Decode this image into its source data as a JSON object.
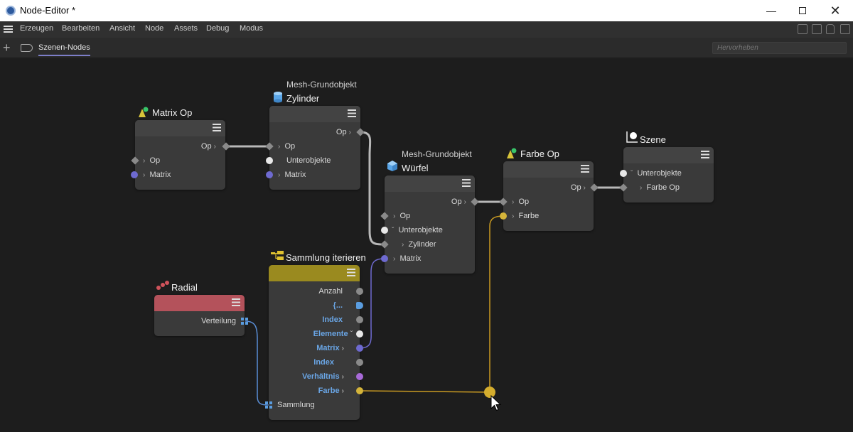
{
  "window": {
    "title": "Node-Editor *"
  },
  "menu": [
    "Erzeugen",
    "Bearbeiten",
    "Ansicht",
    "Node",
    "Assets",
    "Debug",
    "Modus"
  ],
  "tabs": {
    "active": "Szenen-Nodes"
  },
  "search": {
    "placeholder": "Hervorheben"
  },
  "nodes": {
    "matrix_op": {
      "title": "Matrix Op",
      "out": "Op",
      "in1": "Op",
      "in2": "Matrix"
    },
    "zylinder": {
      "subtitle": "Mesh-Grundobjekt",
      "title": "Zylinder",
      "out": "Op",
      "in1": "Op",
      "in2": "Unterobjekte",
      "in3": "Matrix"
    },
    "wuerfel": {
      "subtitle": "Mesh-Grundobjekt",
      "title": "Würfel",
      "out": "Op",
      "in1": "Op",
      "in2": "Unterobjekte",
      "in3": "Zylinder",
      "in4": "Matrix"
    },
    "farbe_op": {
      "title": "Farbe Op",
      "out": "Op",
      "in1": "Op",
      "in2": "Farbe"
    },
    "szene": {
      "title": "Szene",
      "in1": "Unterobjekte",
      "in2": "Farbe Op"
    },
    "radial": {
      "title": "Radial",
      "out": "Verteilung"
    },
    "sammlung": {
      "title": "Sammlung iterieren",
      "out1": "Anzahl",
      "out2": "{...",
      "out3": "Index",
      "out4": "Elemente",
      "out5": "Matrix",
      "out6": "Index",
      "out7": "Verhältnis",
      "out8": "Farbe",
      "in1": "Sammlung"
    }
  },
  "colors": {
    "accent": "#7c7ec8",
    "radial_header": "#b4525b",
    "sammlung_header": "#9a8a1f",
    "wire_yellow": "#c99a22",
    "wire_blue": "#5a8fd8",
    "wire_purple": "#6e6ad0"
  }
}
